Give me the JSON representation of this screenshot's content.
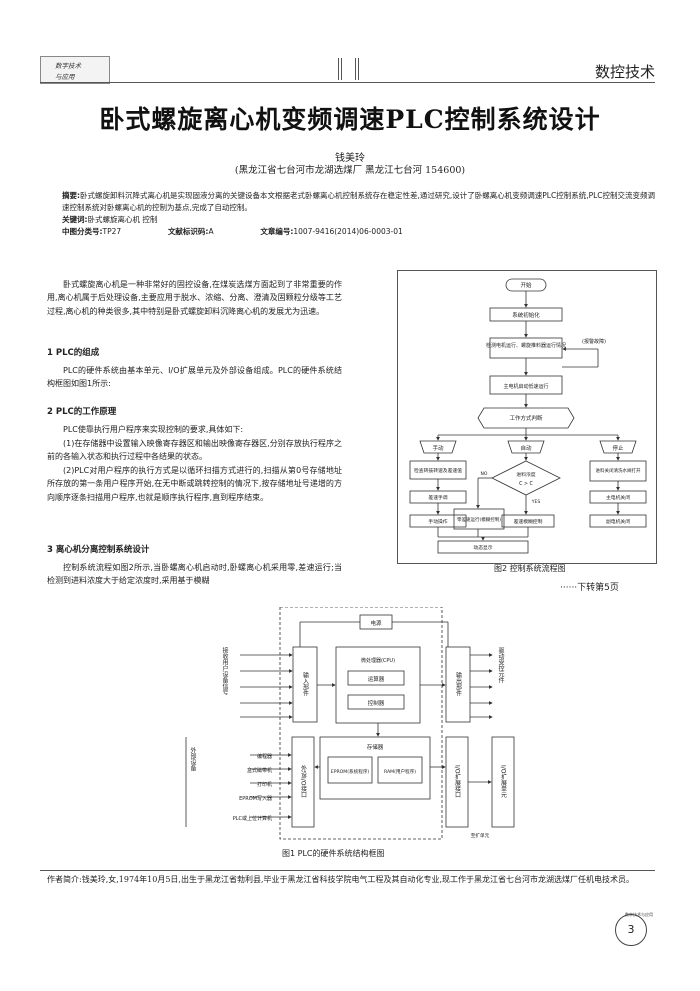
{
  "header": {
    "logo_line1": "数字技术",
    "logo_line2": "与应用",
    "section": "数控技术"
  },
  "title": "卧式螺旋离心机变频调速PLC控制系统设计",
  "author": "钱美玲",
  "affiliation": "(黑龙江省七台河市龙湖选煤厂  黑龙江七台河  154600)",
  "abstract": {
    "label": "摘要:",
    "text": "卧式螺旋卸料沉降式离心机是实现固液分离的关键设备本文根据老式卧螺离心机控制系统存在稳定性差,通过研究,设计了卧螺离心机变频调速PLC控制系统,PLC控制交流变频调速控制系统对卧螺离心机的控制为基点,完成了自动控制。",
    "kw_label": "关键词:",
    "keywords": "卧式螺旋离心机 控制",
    "cls_label": "中图分类号:",
    "cls": "TP27",
    "doc_label": "文献标识码:",
    "doc": "A",
    "art_label": "文章编号:",
    "art": "1007-9416(2014)06-0003-01"
  },
  "body": {
    "p1": "卧式螺旋离心机是一种非常好的固控设备,在煤炭选煤方面起到了非常重要的作用,离心机属于后处理设备,主要应用于脱水、浓缩、分离、澄清及固颗粒分级等工艺过程,离心机的种类很多,其中特别是卧式螺旋卸料沉降离心机的发展尤为迅速。",
    "h1": "1 PLC的组成",
    "p2": "PLC的硬件系统由基本单元、I/O扩展单元及外部设备组成。PLC的硬件系统结构框图如图1所示:",
    "h2": "2 PLC的工作原理",
    "p3": "PLC使靠执行用户程序来实现控制的要求,具体如下:",
    "p4": "(1)在存储器中设置输入映像寄存器区和输出映像寄存器区,分别存放执行程序之前的各输入状态和执行过程中各结果的状态。",
    "p5": "(2)PLC对用户程序的执行方式是以循环扫描方式进行的,扫描从第0号存储地址所存放的第一条用户程序开始,在无中断或跳转控制的情况下,按存储地址号递增的方向顺序逐条扫描用户程序,也就是顺序执行程序,直到程序结束。",
    "h3": "3 离心机分离控制系统设计",
    "p6": "控制系统流程如图2所示,当卧螺离心机启动时,卧螺离心机采用零,差速运行;当检测到进料浓度大于给定浓度时,采用基于模糊"
  },
  "fig2": {
    "caption": "图2 控制系统流程图",
    "start": "开始",
    "init": "系统初始化",
    "check": "检测电机运行、螺旋推料器运行情况",
    "fault": "(报警故障)",
    "start_motor": "主电机启动低速运行",
    "mode": "工作方式判断",
    "manual": "手动",
    "auto": "自动",
    "stop": "停止",
    "m1": "检查转鼓转速及差速值",
    "m2": "差速手调",
    "m3": "手动操作",
    "a_cond": "进料浓度",
    "a_cmp": "C > C",
    "no": "NO",
    "yes": "YES",
    "a1": "零差速运行(模糊控制)",
    "a2": "差速模糊控制",
    "s1": "进料关闭清洗水阀打开",
    "s2": "主电机关闭",
    "s3": "副电机关闭",
    "end": "动态显示"
  },
  "continued": "······下转第5页",
  "fig1": {
    "caption": "图1 PLC的硬件系统结构框图",
    "power": "电源",
    "input_side": "接收用户设备信号",
    "input_unit": "输入部件",
    "cpu": "微处理器(CPU)",
    "alu": "运算器",
    "ctrl": "控制器",
    "output_unit": "输出部件",
    "output_side": "驱动受控元件",
    "mem": "存储器",
    "sys_rom": "EPROM(系统程序)",
    "user_ram": "RAM(用户程序)",
    "ext_io": "外设I/O接口",
    "io_ext": "I/O扩展接口",
    "io_ext_unit": "I/O扩展单元",
    "ext_label": "外部设备",
    "dev1": "编程器",
    "dev2": "盒式磁带机",
    "dev3": "打印机",
    "dev4": "EPROM写入器",
    "dev5": "PLC或上位计算机",
    "to_unit": "至扩单元"
  },
  "footnote": "作者简介:钱美玲,女,1974年10月5日,出生于黑龙江省勃利县,毕业于黑龙江省科技学院电气工程及其自动化专业,现工作于黑龙江省七台河市龙湖选煤厂任机电技术员。",
  "page_number": "3",
  "badge": "数字技术与应用"
}
